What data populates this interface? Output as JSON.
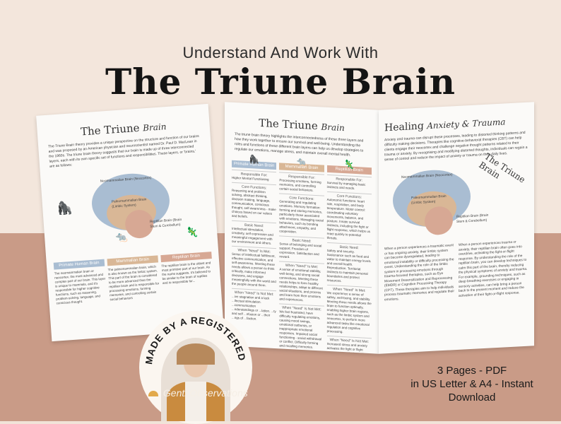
{
  "header": {
    "subtitle": "Understand And Work With",
    "title": "The Triune Brain"
  },
  "page1": {
    "heading": "The Triune",
    "heading_script": "Brain",
    "intro": "The Triune Brain theory provides a unique perspective on the structure and function of our brains and was proposed by an American physician and neuroscientist named Dr. Paul D. MacLean in the 1960s. The triune brain theory suggests that our brain is made up of three interconnected layers, each with its own specific set of functions and responsibilities. These layers, or 'brains,' are as follows:",
    "label_neo": "Neomammalian Brain (Neocortex)",
    "label_paleo": "Paleomammalian Brain (Limbic System)",
    "label_rep": "Reptilian Brain (Brain Stem & Cerebellum)",
    "col1_head": "Primate Human Brain",
    "col1_text": "The neomammalian brain or neocortex, the most advanced and complex part of our brain. This layer is unique to mammals, and it's responsible for higher cognitive functions, such as reasoning, problem-solving, language, and conscious thought.",
    "col2_head": "Mammalian Brain",
    "col2_text": "The paleomammalian brain, which is also known as the limbic system. This part of the brain is considered to be more advanced than the reptilian brain and is responsible for processing emotions, forming memories, and controlling certain social behaviors",
    "col3_head": "Reptilian Brain",
    "col3_text": "The reptilian brain is the oldest and most primitive part of our brain. As the name suggests, it's believed to be similar to the brain of reptiles and is responsible for..."
  },
  "page2": {
    "heading": "The Triune",
    "heading_script": "Brain",
    "intro": "The triune brain theory highlights the interconnectedness of these three layers and how they work together to ensure our survival and well-being. Understanding the roles and functions of these different brain layers can help us develop strategies to regulate our emotions, manage stress, and maintain overall mental health.",
    "col1": {
      "head": "Primate Human Brain",
      "resp": "Responsible For:",
      "resp_text": "Higher Mental Functioning",
      "core": "Core Functions:",
      "core_text": "Reasoning and problem solving, abstract thinking, decision making, language, communication, conscious thought, self-awareness - make choices based on our values and beliefs.",
      "basic": "Basic Need:",
      "basic_text": "Intellectual stimulation, creativity, self expression and meaningful engagement with our environment and others.",
      "met": "When \"Need\" Is Met:",
      "met_text": "Sense of intellectual fulfillment, effective communication, and self-awareness. Meeting these needs allows a person to think critically, make informed decisions, and engage meaningfully with the world and the people around them.",
      "notmet": "When \"Need\" Is Not Met:",
      "notmet_text": "...ive stagnation and a lack ...llectual stimulation. ...communication ...nderstandings or ...lation. ...ty and self ...nfusion or ...their ...ngs of ...faction."
    },
    "col2": {
      "head": "Mammalian Brain",
      "resp": "Responsible For:",
      "resp_text": "Processing emotions, forming memories, and controlling certain social behaviors.",
      "core": "Core Functions:",
      "core_text": "Generating and regulating emotions. Memory formation: forming and storing memories, particularly those associated with emotions. Managing social behaviors, such as bonding attachment, empathy, and cooperation.",
      "basic": "Basic Need:",
      "basic_text": "Sense of belonging and social support; Freedom of expression. Satisfaction and reward.",
      "met": "When \"Need\" Is Met:",
      "met_text": "A sense of emotional stability, well-being, and strong social connections. Meeting these needs helps to form healthy relationships, adapt to different social situations, and process and learn from their emotions and experiences.",
      "notmet": "When \"Need\" Is Not Met:",
      "notmet_text": "We feel frustrated, have difficulty regulating emotions, causing mood swings, emotional outbursts, or inappropriate emotional responses. Impaired social functioning - social withdrawal or conflict. Difficulty forming and recalling memories."
    },
    "col3": {
      "head": "Reptilian Brain",
      "resp": "Responsible For:",
      "resp_text": "Survival by managing basic instincts and needs.",
      "core": "Core Functions:",
      "core_text": "Autonomic functions: heart rate, respiration, and body temperature. Motor control: coordinating voluntary movements, balance, and posture. Innate survival instincts, including the fight or flight response, which helps us react quickly to potential threats.",
      "basic": "Basic Need:",
      "basic_text": "Safety and security. Sustenance such as food and water to maintain energy levels and overall health. Reproduction. Territorial instincts to maintain personal boundaries and protect resources.",
      "met": "When \"Need\" Is Met:",
      "met_text": "We experience a sense of safety, well-being, and stability. Meeting these needs allows the brain to function optimally, enabling higher brain regions, such as the limbic system and neocortex, to perform more advanced tasks like emotional regulation and cognitive processing.",
      "notmet": "When \"Need\" Is Not Met:",
      "notmet_text": "Increased stress and anxiety activates the fight or flight response. Impaired cognitive functioning. A lack of safety & sustenance can disrupt the emotional balance, causing mood disturbances, weakened immune system, and increased risk of chronic conditions."
    }
  },
  "page3": {
    "heading": "Healing",
    "heading_script": "Anxiety & Trauma",
    "intro": "Anxiety and trauma can disrupt these processes, leading to distorted thinking patterns and difficulty making decisions. Therapies like cognitive-behavioral therapies (CBT) can help clients engage their neocortex and challenge negative thought patterns related to their trauma or anxiety. By recognising and modifying distorted thoughts, individuals can regain a sense of control and reduce the impact of anxiety or trauma on their daily lives.",
    "side_title": "The Triune Brain",
    "label_neo": "Neomammalian Brain (Neocortex)",
    "label_paleo": "Paleomammalian Brain (Limbic System)",
    "label_rep": "Reptilian Brain (Brain Stem & Cerebellum)",
    "left_text": "When a person experiences a traumatic event or has ongoing anxiety, their limbic system can become dysregulated, leading to emotional instability or difficulty processing the event. Understanding the role of the limbic system in processing emotions through trauma-focused therapies, such as Eye Movement Desensitization and Reprocessing (EMDR) or Cognitive Processing Therapy (CPT). These therapies aim to help individuals process traumatic memories and regulate their emotions.",
    "right_text": "When a person experiences trauma or anxiety, their reptilian brain often goes into overdrive, activating the fight-or-flight response. By understanding the role of the reptilian brain, you can develop techniques to calm this part of the brain, thereby reducing the physical symptoms of anxiety and trauma. For example, grounding techniques, such as deep breathing exercises or engaging in sensory activities, can help bring a person back to the present moment and reduce the activation of their fight-or-flight response."
  },
  "badge": {
    "text": "MADE BY A REGISTERED COUNSELLOR"
  },
  "logo": {
    "text": "Gentl Observations"
  },
  "info": {
    "line1": "3 Pages - PDF",
    "line2": "in US Letter & A4 - Instant",
    "line3": "Download"
  },
  "colors": {
    "blue": "#a9bdd2",
    "tan": "#d9b796",
    "rose": "#d7a894",
    "background_bottom": "#c99b87"
  }
}
